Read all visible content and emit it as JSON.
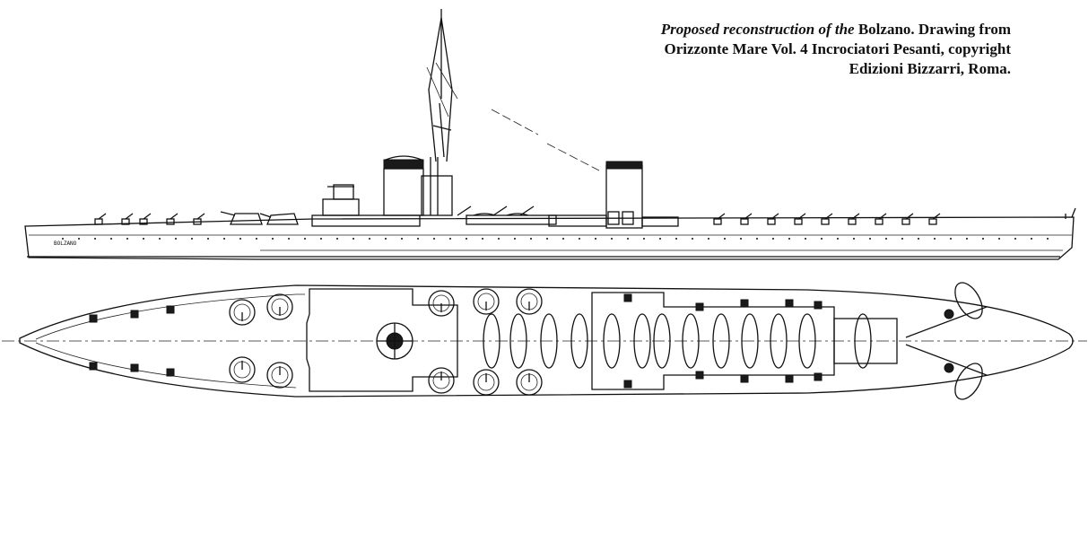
{
  "caption": {
    "part1_italic": "Proposed reconstruction of the",
    "part2": "Bolzano. Drawing from",
    "line2": "Orizzonte Mare Vol. 4 Incrociatori Pesanti, copyright",
    "line3": "Edizioni Bizzarri, Roma."
  },
  "hull_name": "BOLZANO",
  "colors": {
    "ink": "#111111",
    "paper": "#ffffff"
  }
}
